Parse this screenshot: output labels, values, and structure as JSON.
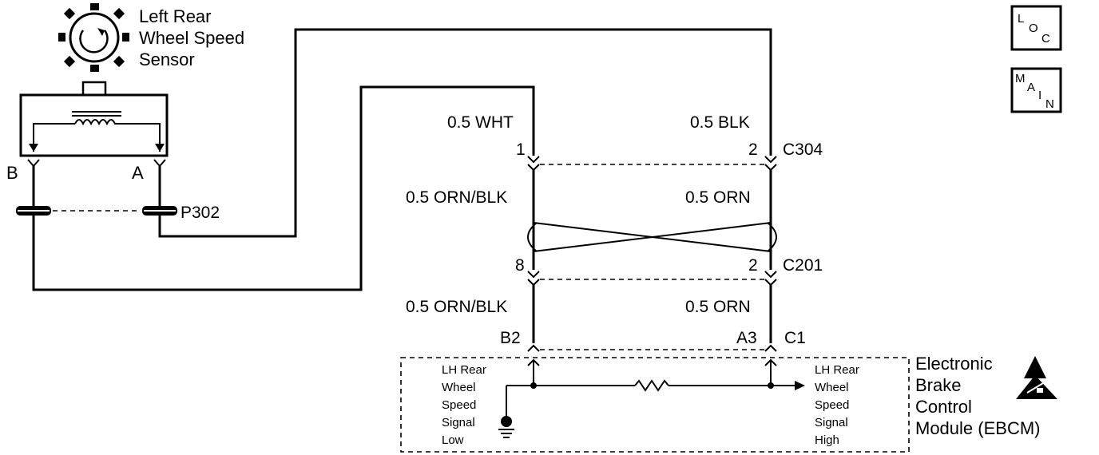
{
  "sensor": {
    "title_line1": "Left Rear",
    "title_line2": "Wheel Speed",
    "title_line3": "Sensor",
    "terminal_b": "B",
    "terminal_a": "A"
  },
  "connectors": {
    "p302": "P302",
    "c304": "C304",
    "c201": "C201",
    "c1": "C1"
  },
  "pins": {
    "c304_left": "1",
    "c304_right": "2",
    "c201_left": "8",
    "c201_right": "2",
    "c1_left": "B2",
    "c1_right": "A3"
  },
  "wires": {
    "top_left": "0.5 WHT",
    "top_right": "0.5 BLK",
    "mid_left": "0.5 ORN/BLK",
    "mid_right": "0.5 ORN",
    "low_left": "0.5 ORN/BLK",
    "low_right": "0.5 ORN"
  },
  "module": {
    "left_signal": [
      "LH Rear",
      "Wheel",
      "Speed",
      "Signal",
      "Low"
    ],
    "right_signal": [
      "LH Rear",
      "Wheel",
      "Speed",
      "Signal",
      "High"
    ],
    "name": [
      "Electronic",
      "Brake",
      "Control",
      "Module (EBCM)"
    ]
  },
  "buttons": {
    "loc": [
      "L",
      "O",
      "C"
    ],
    "main": [
      "M",
      "A",
      "I",
      "N"
    ]
  }
}
